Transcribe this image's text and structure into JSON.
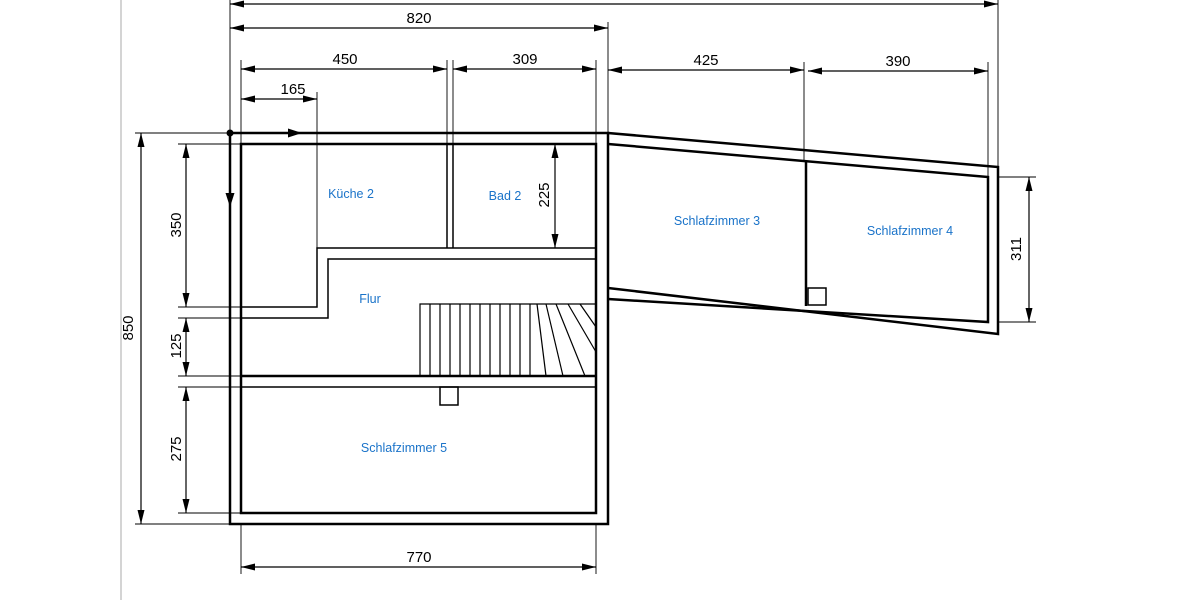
{
  "dimensions": {
    "total_width_820": "820",
    "kitchen_width_450": "450",
    "bath_width_309": "309",
    "kitchen_inset_165": "165",
    "room3_width_425": "425",
    "room4_width_390": "390",
    "bath_height_225": "225",
    "kitchen_height_350": "350",
    "corridor_height_125": "125",
    "bedroom5_height_275": "275",
    "total_height_850": "850",
    "bottom_width_770": "770",
    "room4_height_311": "311"
  },
  "rooms": {
    "kitchen": "Küche 2",
    "bath": "Bad 2",
    "bedroom3": "Schlafzimmer 3",
    "bedroom4": "Schlafzimmer 4",
    "corridor": "Flur",
    "bedroom5": "Schlafzimmer 5"
  },
  "colors": {
    "room_label": "#1a73c9",
    "line": "#000000",
    "background": "#ffffff"
  }
}
